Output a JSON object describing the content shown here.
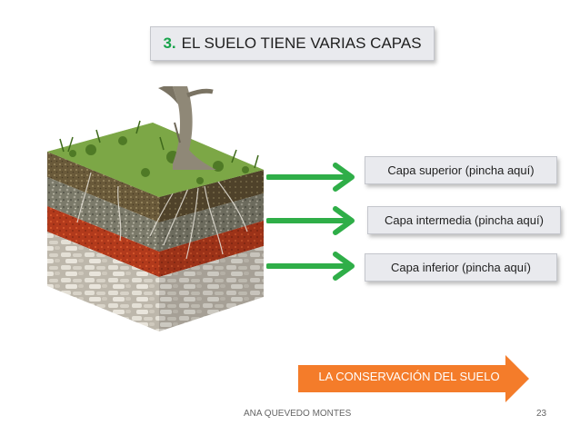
{
  "title": {
    "number": "3.",
    "text": "EL SUELO TIENE VARIAS CAPAS"
  },
  "layers": {
    "top": "Capa superior (pincha aquí)",
    "middle": "Capa intermedia (pincha aquí)",
    "bottom": "Capa inferior (pincha aquí)"
  },
  "link": {
    "label": "LA CONSERVACIÓN DEL SUELO"
  },
  "footer": {
    "author": "ANA QUEVEDO MONTES",
    "page": "23"
  },
  "colors": {
    "arrow_green": "#2fae48",
    "big_arrow_orange": "#f47c2a",
    "title_number_green": "#16a34a"
  },
  "icons": {
    "layer_arrow": "right-arrow-icon",
    "soil_illustration": "soil-block-illustration"
  }
}
